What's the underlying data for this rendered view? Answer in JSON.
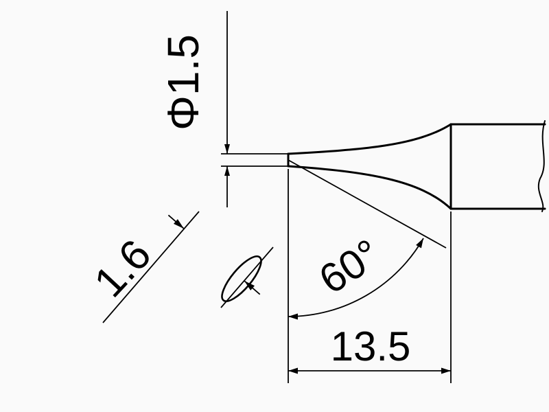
{
  "figure": {
    "labels": {
      "diameter": "Φ1.5",
      "face_width": "1.6",
      "bevel_angle": "60°",
      "length": "13.5"
    },
    "colors": {
      "line": "#000000",
      "background": "#fafafa"
    }
  }
}
